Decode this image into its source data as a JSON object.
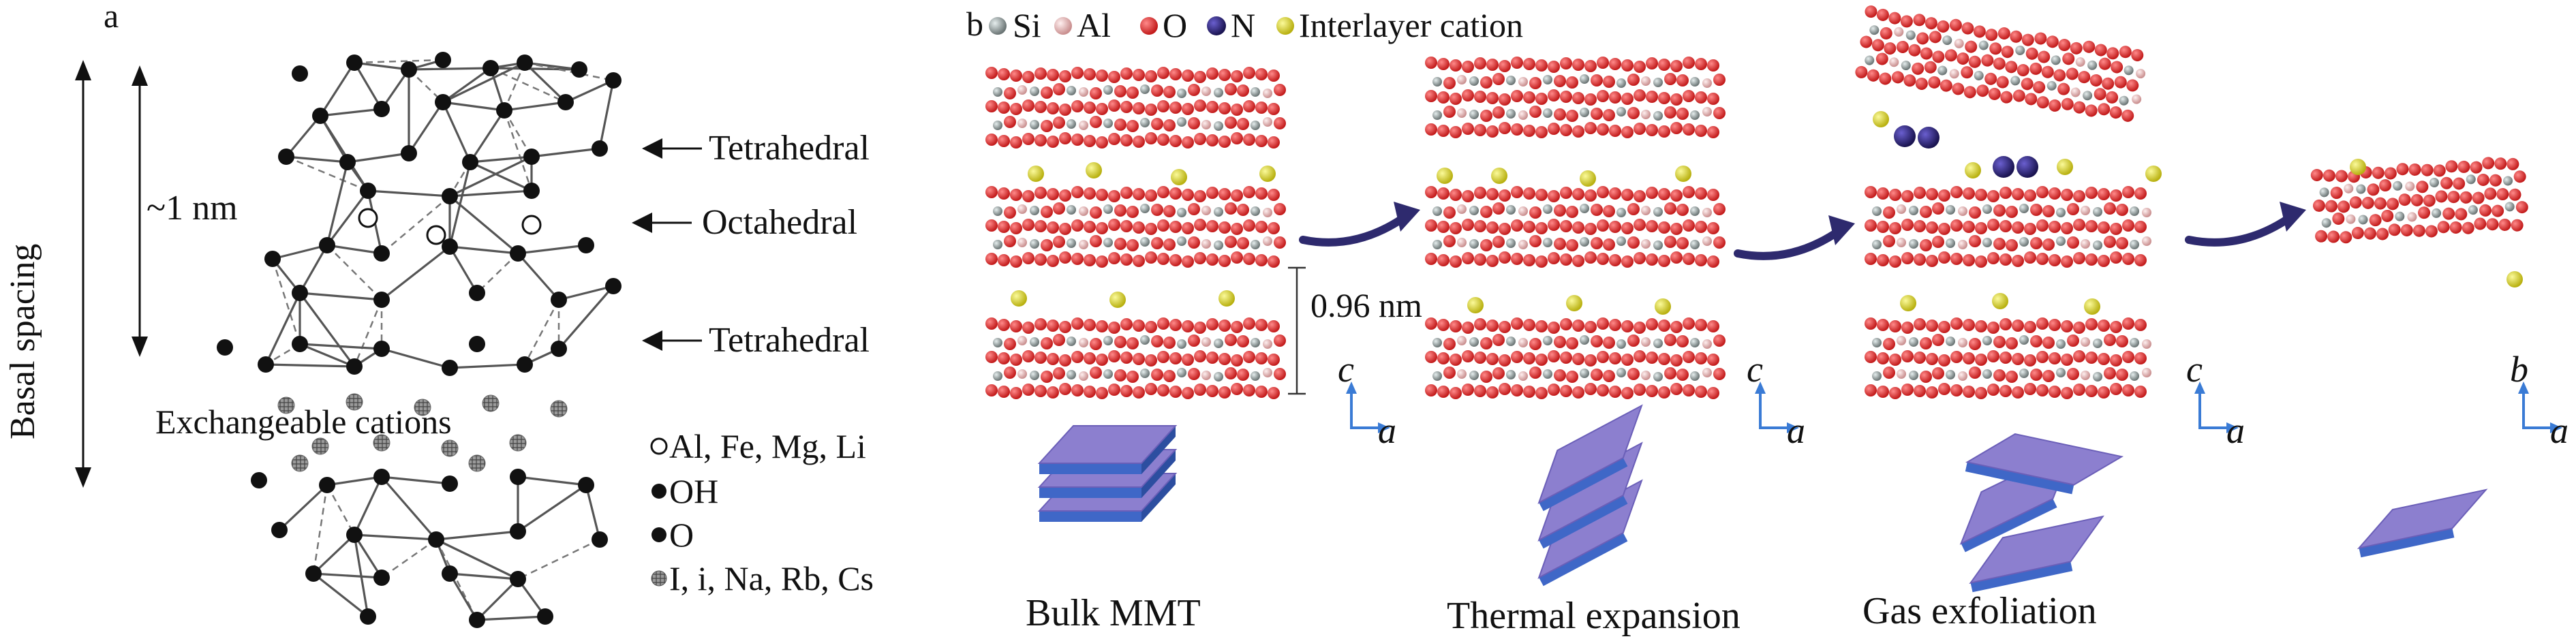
{
  "panel_a": {
    "letter": "a",
    "basal_spacing": "Basal spacing",
    "one_nm": "~1 nm",
    "tetrahedral_top": "Tetrahedral",
    "octahedral": "Octahedral",
    "tetrahedral_bottom": "Tetrahedral",
    "exchangeable_cations": "Exchangeable cations",
    "legend": [
      {
        "marker": "open-circle",
        "label": "Al, Fe, Mg, Li"
      },
      {
        "marker": "black-dot",
        "label": "OH"
      },
      {
        "marker": "black-dot",
        "label": "O"
      },
      {
        "marker": "grey-hatched-dot",
        "label": "I, i, Na, Rb, Cs"
      }
    ]
  },
  "panel_b": {
    "letter": "b",
    "legend": [
      {
        "label": "Si",
        "color": "#8a9496"
      },
      {
        "label": "Al",
        "color": "#e4b3b3"
      },
      {
        "label": "O",
        "color": "#d42a2a"
      },
      {
        "label": "N",
        "color": "#2a2170"
      },
      {
        "label": "Interlayer cation",
        "color": "#d8d21a"
      }
    ],
    "spacing_label": "0.96 nm",
    "stages": [
      {
        "name": "Bulk MMT",
        "axis_v": "c",
        "axis_h": "a"
      },
      {
        "name": "Thermal expansion",
        "axis_v": "c",
        "axis_h": "a"
      },
      {
        "name": "Gas exfoliation",
        "axis_v": "c",
        "axis_h": "a"
      },
      {
        "name": "",
        "axis_v": "b",
        "axis_h": "a"
      }
    ]
  },
  "colors": {
    "accent": "#2e2a6e",
    "slab": "#8c7fcf",
    "slab_edge": "#3f67c7",
    "oxygen": "#d42a2a",
    "silicon": "#8a9496"
  }
}
